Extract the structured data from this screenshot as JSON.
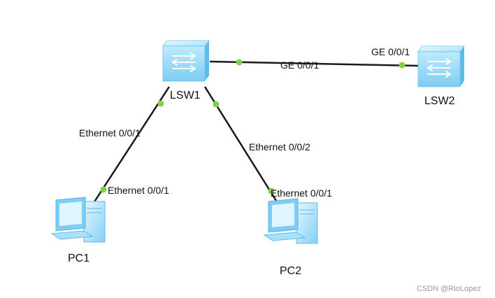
{
  "devices": {
    "lsw1": {
      "label": "LSW1",
      "kind": "switch-icon"
    },
    "lsw2": {
      "label": "LSW2",
      "kind": "switch-icon"
    },
    "pc1": {
      "label": "PC1",
      "kind": "pc-icon"
    },
    "pc2": {
      "label": "PC2",
      "kind": "pc-icon"
    }
  },
  "links": {
    "lsw1_lsw2": {
      "a_port": "GE 0/0/1",
      "b_port": "GE 0/0/1"
    },
    "lsw1_pc1": {
      "a_port": "Ethernet 0/0/1",
      "b_port": "Ethernet 0/0/1"
    },
    "lsw1_pc2": {
      "a_port": "Ethernet 0/0/2",
      "b_port": "Ethernet 0/0/1"
    }
  },
  "watermark": "CSDN @RioLopez",
  "colors": {
    "link": "#1a1a1a",
    "port_dot": "#7ed348",
    "device_light": "#cfeefd",
    "device_mid": "#8fd6f7",
    "device_dark": "#4fb3e8"
  }
}
